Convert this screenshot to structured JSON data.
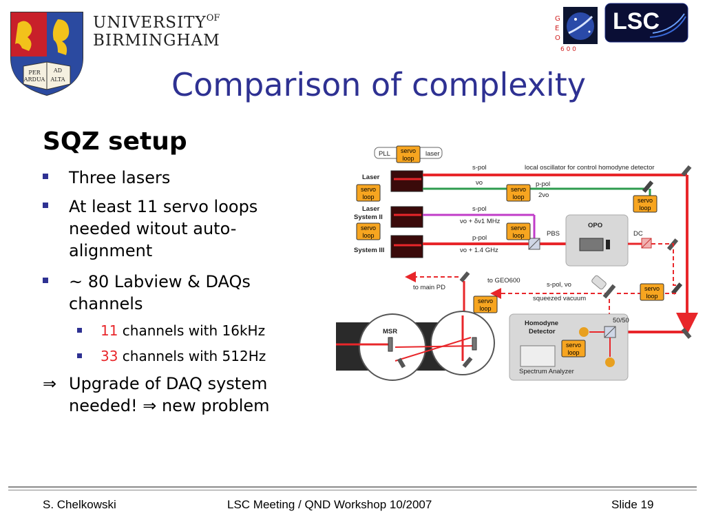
{
  "header": {
    "university_line1": "UNIVERSITY",
    "university_of": "OF",
    "university_line2": "BIRMINGHAM",
    "crest_motto": [
      "PER",
      "AD",
      "ARDUA",
      "ALTA"
    ],
    "geo_logo_letters": [
      "G",
      "E",
      "O"
    ],
    "geo_logo_number": "6 0 0",
    "lsc_logo": "LSC"
  },
  "slide": {
    "title": "Comparison of complexity",
    "heading": "SQZ setup",
    "bullets": [
      "Three lasers",
      "At least 11 servo loops needed witout auto-alignment",
      "~ 80 Labview & DAQs channels"
    ],
    "sub_bullets": [
      {
        "number": "11",
        "text": " channels with 16kHz"
      },
      {
        "number": "33",
        "text": " channels with 512Hz"
      }
    ],
    "conclusion": {
      "arrow": "⇒",
      "text1": "Upgrade of DAQ system",
      "text2": "needed! ",
      "arrow2": "⇒",
      "text3": " new problem"
    }
  },
  "diagram": {
    "servo_label_1": "servo",
    "servo_label_2": "loop",
    "pll": "PLL",
    "pll_laser": "laser",
    "laser_1": "Laser",
    "laser_2a": "Laser",
    "laser_2b": "System II",
    "laser_3": "System III",
    "spol1": "s-pol",
    "nu0": "νo",
    "lo_label": "local oscillator for control homodyne detector",
    "ppol1": "p-pol",
    "two_nu0": "2νo",
    "spol2": "s-pol",
    "nu_dnu": "νo + δν1  MHz",
    "ppol2": "p-pol",
    "nu_ghz": "νo + 1.4 GHz",
    "pbs": "PBS",
    "opo": "OPO",
    "dc": "DC",
    "to_main_pd": "to main PD",
    "to_geo": "to GEO600",
    "spol_nu": "s-pol, νo",
    "squeezed": "squeezed vacuum",
    "msr": "MSR",
    "homodyne1": "Homodyne",
    "homodyne2": "Detector",
    "ratio": "50/50",
    "spectrum": "Spectrum Analyzer"
  },
  "footer": {
    "author": "S. Chelkowski",
    "event": "LSC Meeting / QND Workshop 10/2007",
    "slide": "Slide 19"
  },
  "colors": {
    "title": "#2e3192",
    "bullet_marker": "#2e3192",
    "highlight_number": "#e8262a",
    "beam_red": "#e8262a",
    "beam_green": "#2e9b4e",
    "beam_magenta": "#c03cc8",
    "servo_box": "#f7a520"
  }
}
